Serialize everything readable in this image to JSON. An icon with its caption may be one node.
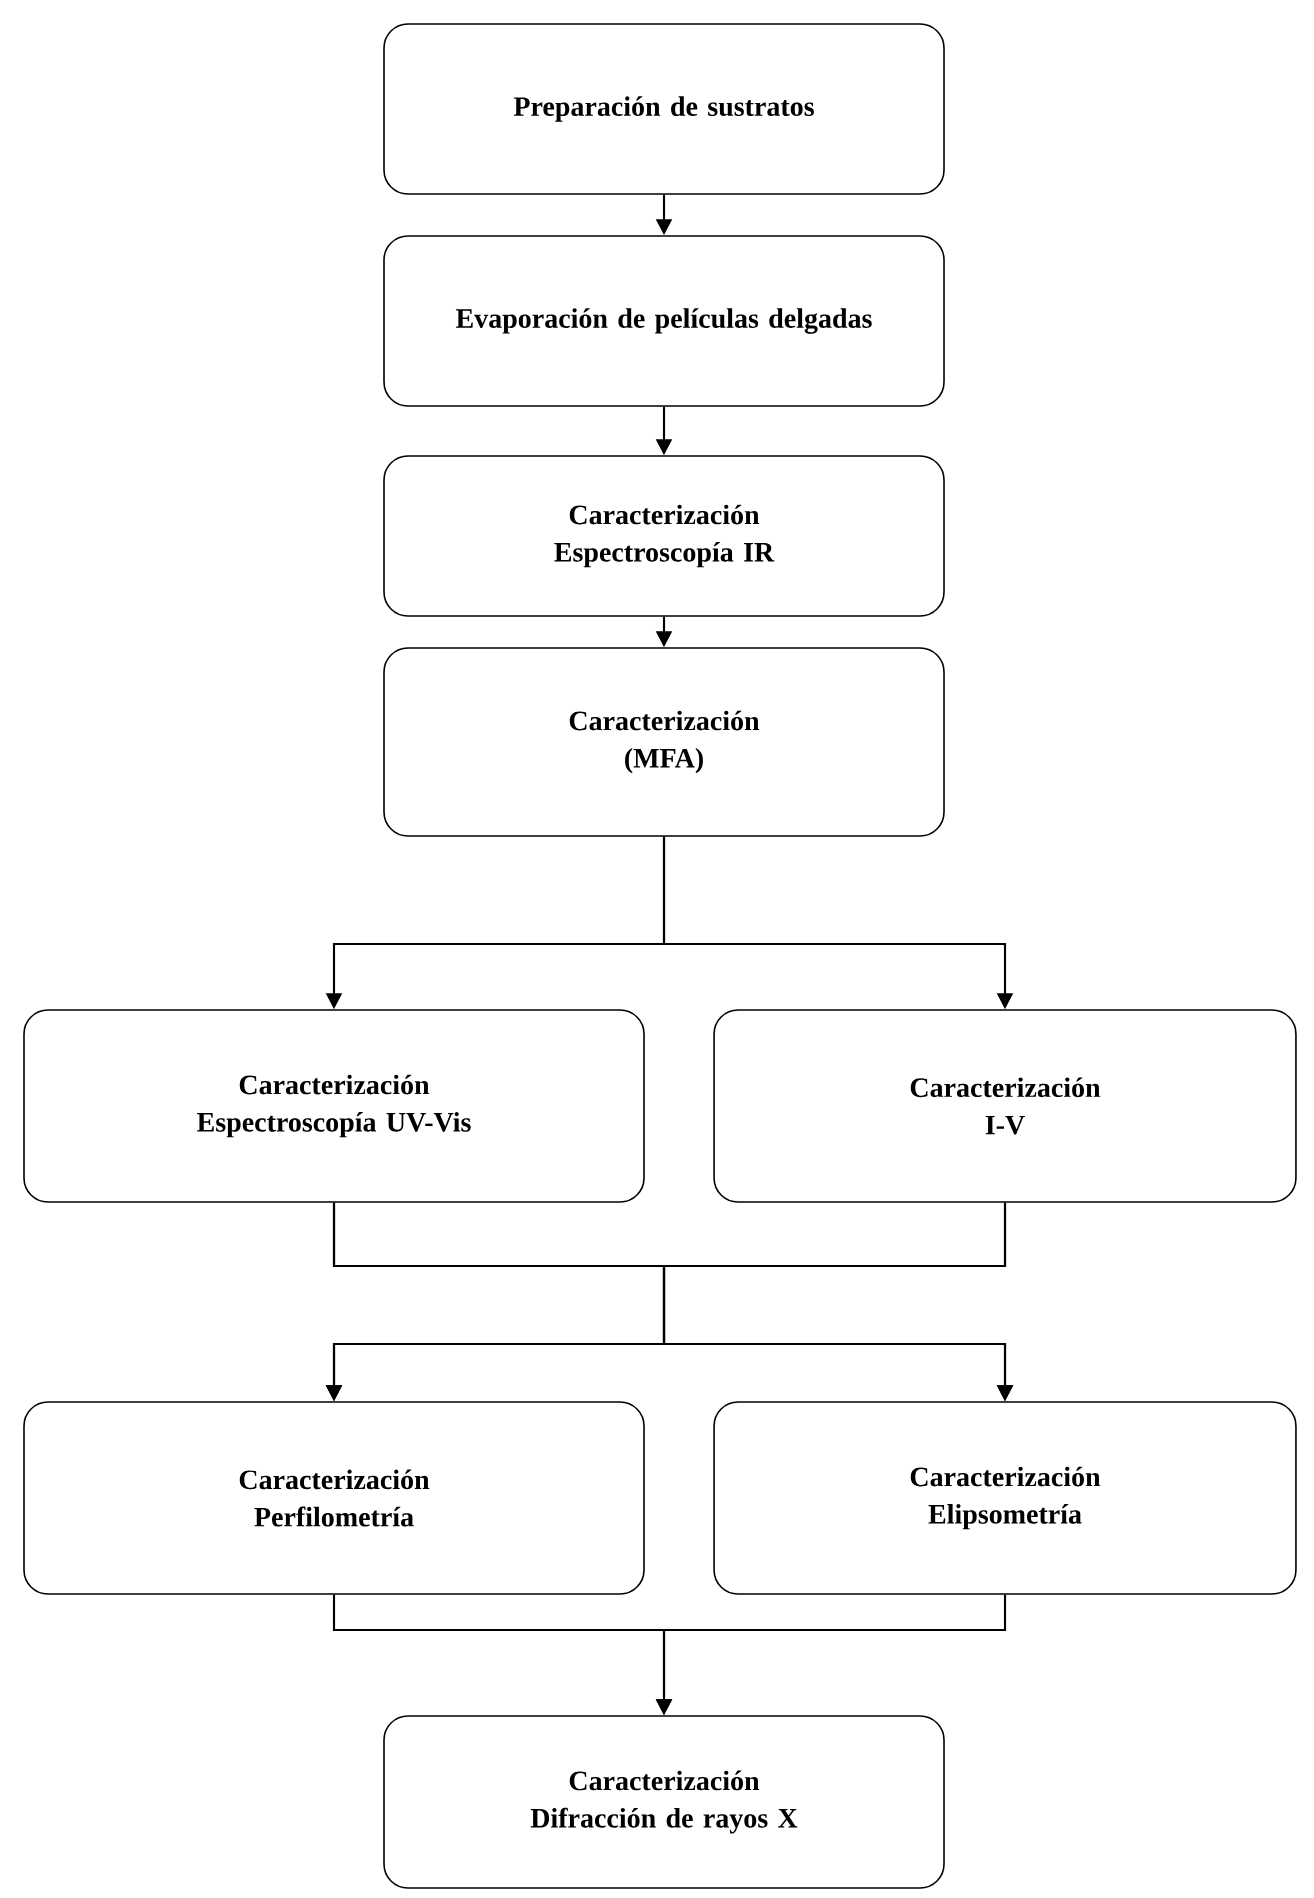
{
  "diagram": {
    "nodes": [
      {
        "text": [
          "Preparación de sustratos"
        ]
      },
      {
        "text": [
          "Evaporación de películas delgadas"
        ]
      },
      {
        "text": [
          "Caracterización",
          "Espectroscopía IR"
        ]
      },
      {
        "text": [
          "Caracterización",
          "(MFA)"
        ]
      },
      {
        "text": [
          "Caracterización",
          "Espectroscopía UV-Vis"
        ]
      },
      {
        "text": [
          "Caracterización",
          "I-V"
        ]
      },
      {
        "text": [
          "Caracterización",
          "Perfilometría"
        ]
      },
      {
        "text": [
          "Caracterización",
          "Elipsometría"
        ]
      },
      {
        "text": [
          "Caracterización",
          "Difracción de rayos X"
        ]
      }
    ],
    "edges": [
      {
        "from": 0,
        "to": 1,
        "arrow": "to"
      },
      {
        "from": 1,
        "to": 2,
        "arrow": "to"
      },
      {
        "from": 2,
        "to": 3,
        "arrow": "to"
      },
      {
        "from": 3,
        "to": 4,
        "arrow": "to"
      },
      {
        "from": 3,
        "to": 5,
        "arrow": "to"
      },
      {
        "from": 4,
        "to": 6,
        "arrow": "to"
      },
      {
        "from": 4,
        "to": 7,
        "arrow": "to"
      },
      {
        "from": 5,
        "to": 6,
        "arrow": "to"
      },
      {
        "from": 5,
        "to": 7,
        "arrow": "to"
      },
      {
        "from": 6,
        "to": 8,
        "arrow": "to"
      },
      {
        "from": 7,
        "to": 8,
        "arrow": "to"
      }
    ]
  }
}
